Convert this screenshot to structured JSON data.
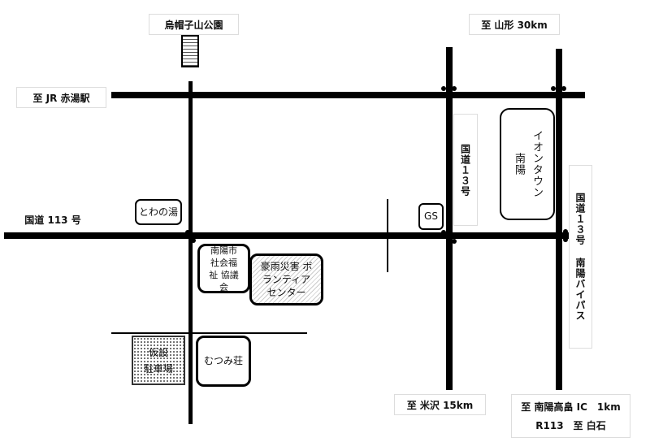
{
  "map": {
    "labels": {
      "park": "烏帽子山公園",
      "to_station": "至 JR 赤湯駅",
      "route113": "国道 113 号",
      "to_yamagata": "至 山形 30km",
      "route13": "国道１３号",
      "route13_bypass": "国道１３号 南陽バイパス",
      "to_yonezawa": "至 米沢 15km",
      "to_ic_line1": "至 南陽高畠 IC　1km",
      "to_ic_line2": "R113　至 白石"
    },
    "buildings": {
      "towanoyu": "とわの湯",
      "social_welfare": "南陽市 社会福祉 協議会",
      "volunteer_center": "豪雨災害 ボランティア センター",
      "gas_station": "GS",
      "aeon_town": "イオンタウン 南陽",
      "temp_parking": "仮設 駐車場",
      "mutsumiso": "むつみ荘"
    },
    "colors": {
      "road": "#000000",
      "hatch": "#cccccc"
    }
  }
}
